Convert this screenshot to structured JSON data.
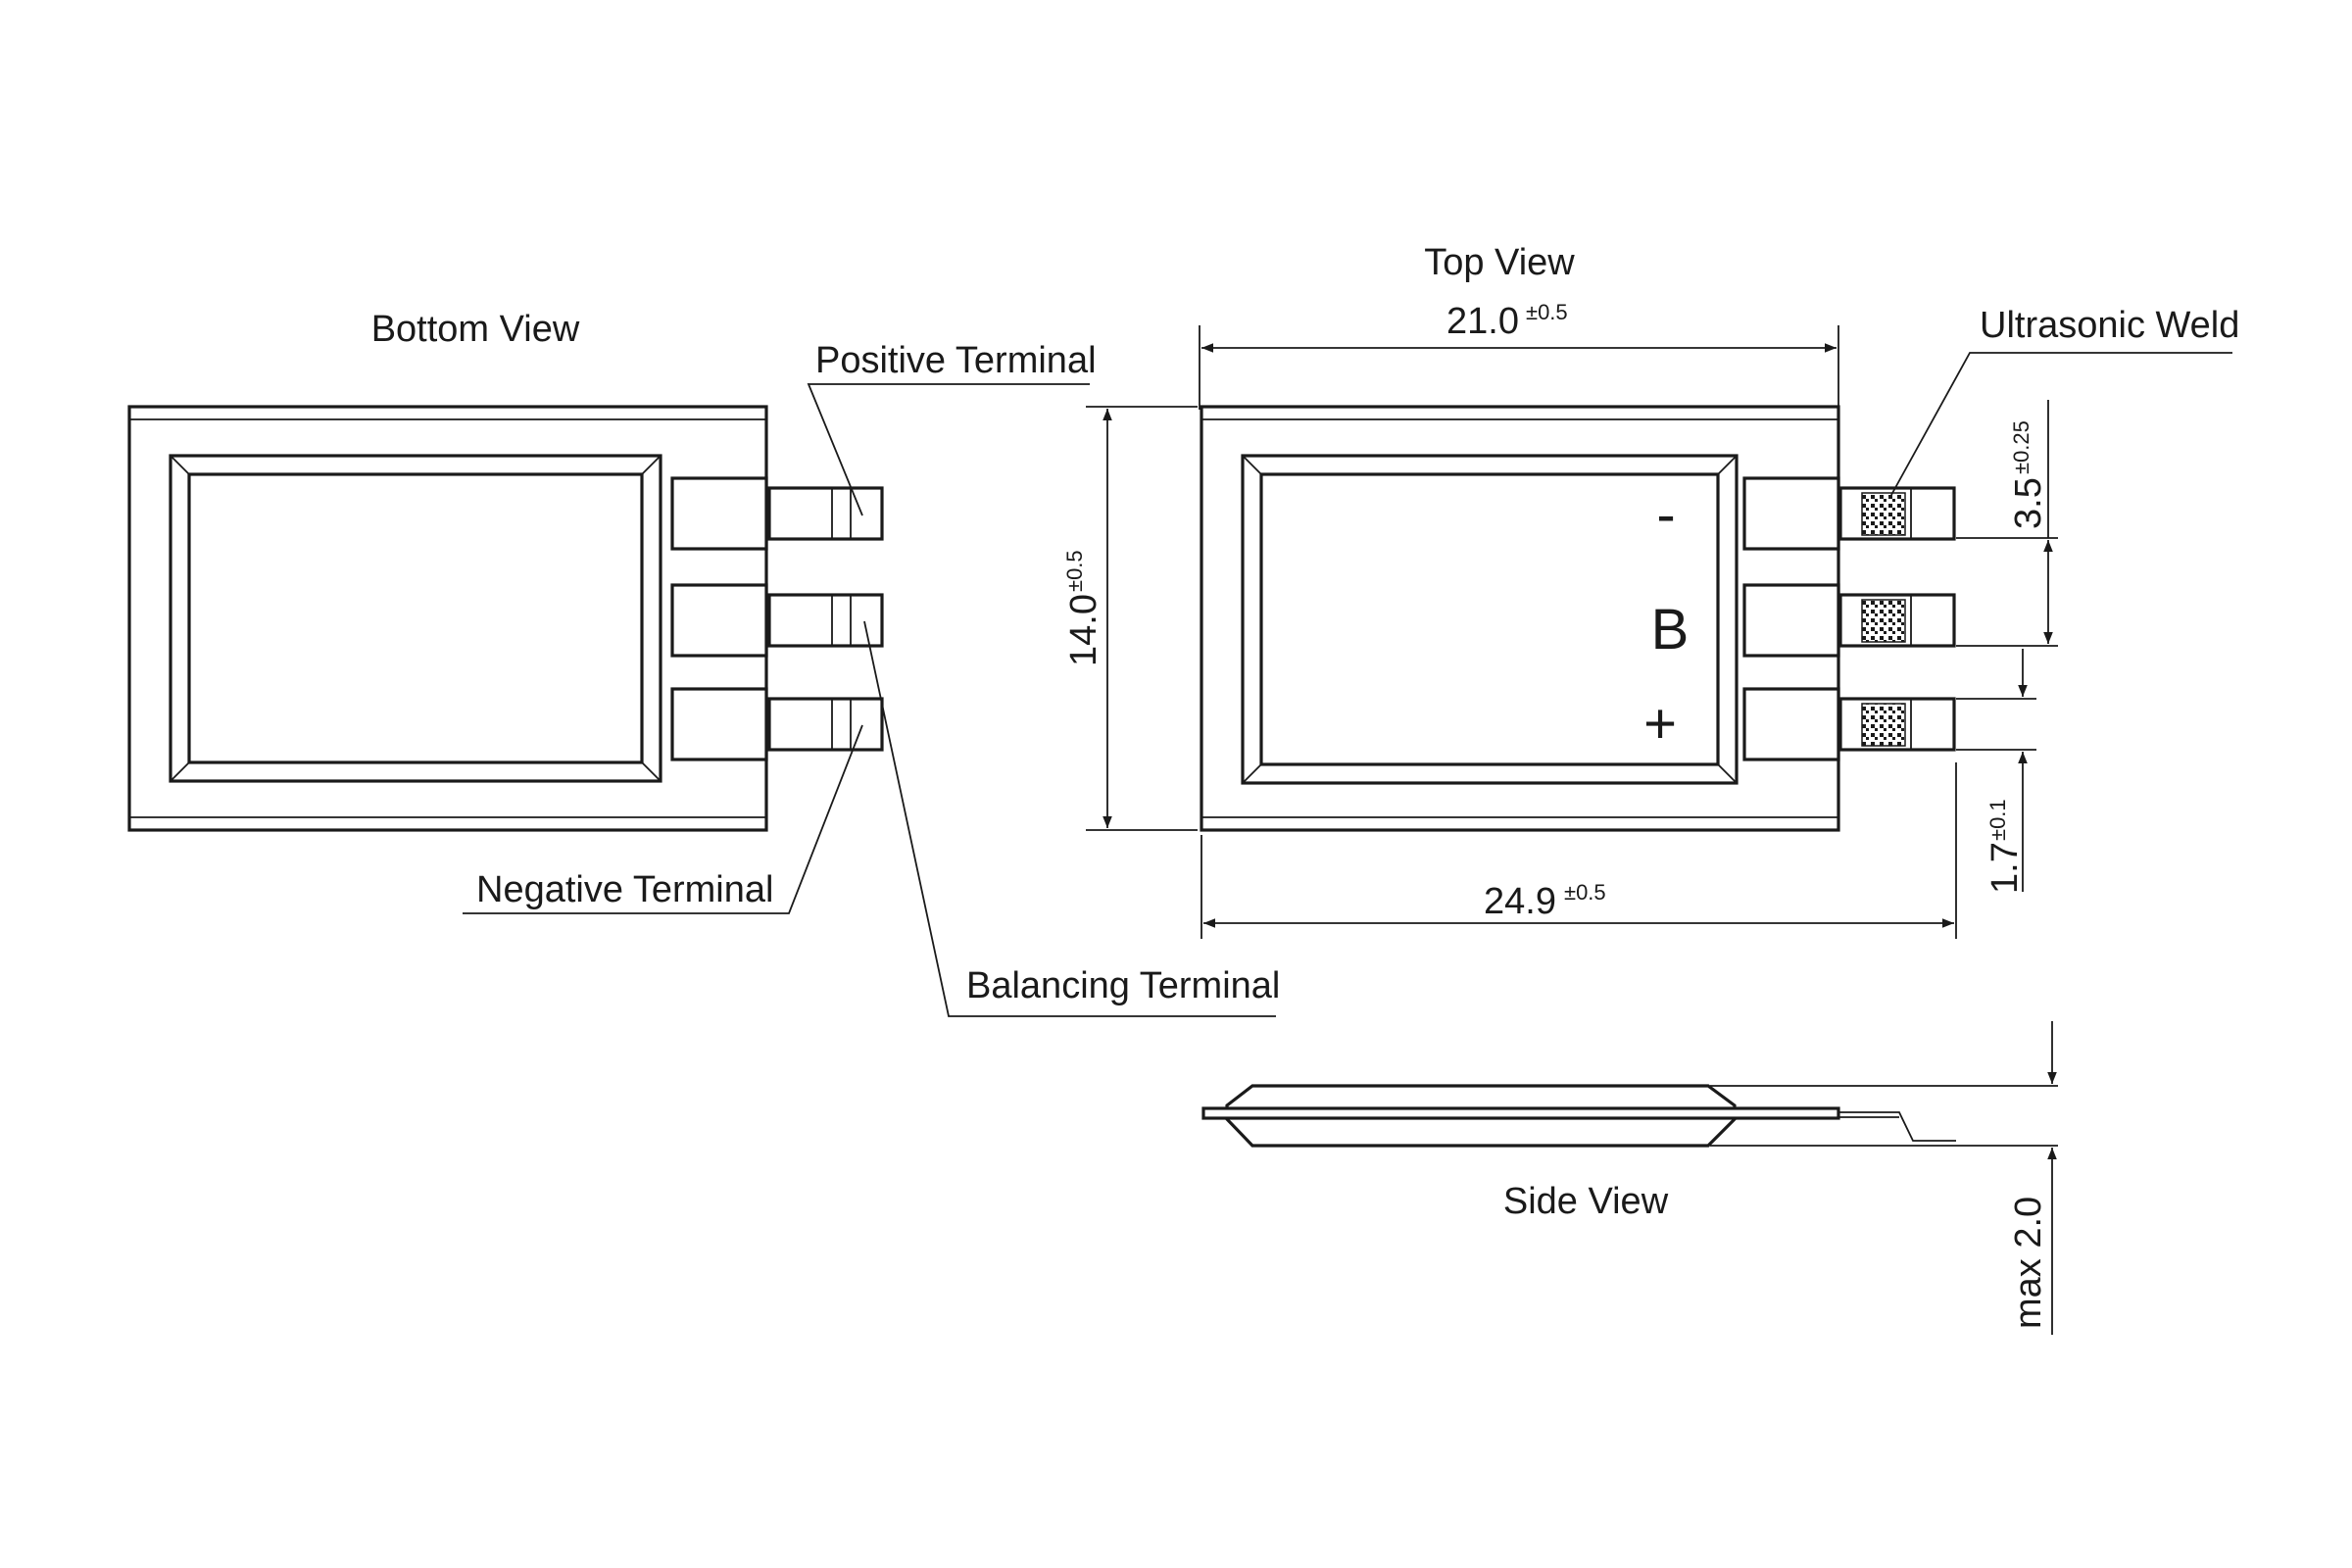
{
  "views": {
    "bottom_title": "Bottom View",
    "top_title": "Top View",
    "side_title": "Side View"
  },
  "callouts": {
    "positive": "Positive Terminal",
    "negative": "Negative Terminal",
    "balancing": "Balancing Terminal",
    "weld": "Ultrasonic Weld"
  },
  "dimensions": {
    "width_top": {
      "value": "21.0",
      "tol": "±0.5"
    },
    "width_total": {
      "value": "24.9",
      "tol": "±0.5"
    },
    "height": {
      "value": "14.0",
      "tol": "±0.5"
    },
    "tab_pitch": {
      "value": "3.5",
      "tol": "±0.25"
    },
    "tab_width": {
      "value": "1.7",
      "tol": "±0.1"
    },
    "thickness": {
      "value": "max 2.0"
    }
  },
  "polarity": {
    "minus": "-",
    "balance": "B",
    "plus": "+"
  }
}
